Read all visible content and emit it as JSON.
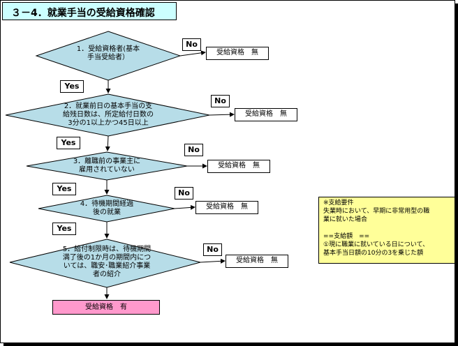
{
  "title": "３－4．就業手当の受給資格確認",
  "decisions": [
    {
      "lines": [
        "1．受給資格者(基本",
        "手当受給者）"
      ]
    },
    {
      "lines": [
        "2．就業前日の基本手当の支",
        "給残日数は、所定給付日数の",
        "3分の1以上かつ45日以上"
      ]
    },
    {
      "lines": [
        "3．離職前の事業主に",
        "雇用されていない"
      ]
    },
    {
      "lines": [
        "4．待機期間経過",
        "後の就業"
      ]
    },
    {
      "lines": [
        "5．給付制限時は、待機期間",
        "満了後の1か月の期間内につ",
        "いては、職安･職業紹介事業",
        "者の紹介"
      ]
    }
  ],
  "yes_label": "Yes",
  "no_label": "No",
  "no_result_label": "受給資格　無",
  "final_result_label": "受給資格　有",
  "note": {
    "lines": [
      "※支給要件",
      "失業時において、早期に非常用型の職",
      "業に就いた場合",
      "",
      "==支給額　==",
      "①現に職業に就いている日について、",
      "基本手当日額の10分の3を乗じた額"
    ]
  }
}
